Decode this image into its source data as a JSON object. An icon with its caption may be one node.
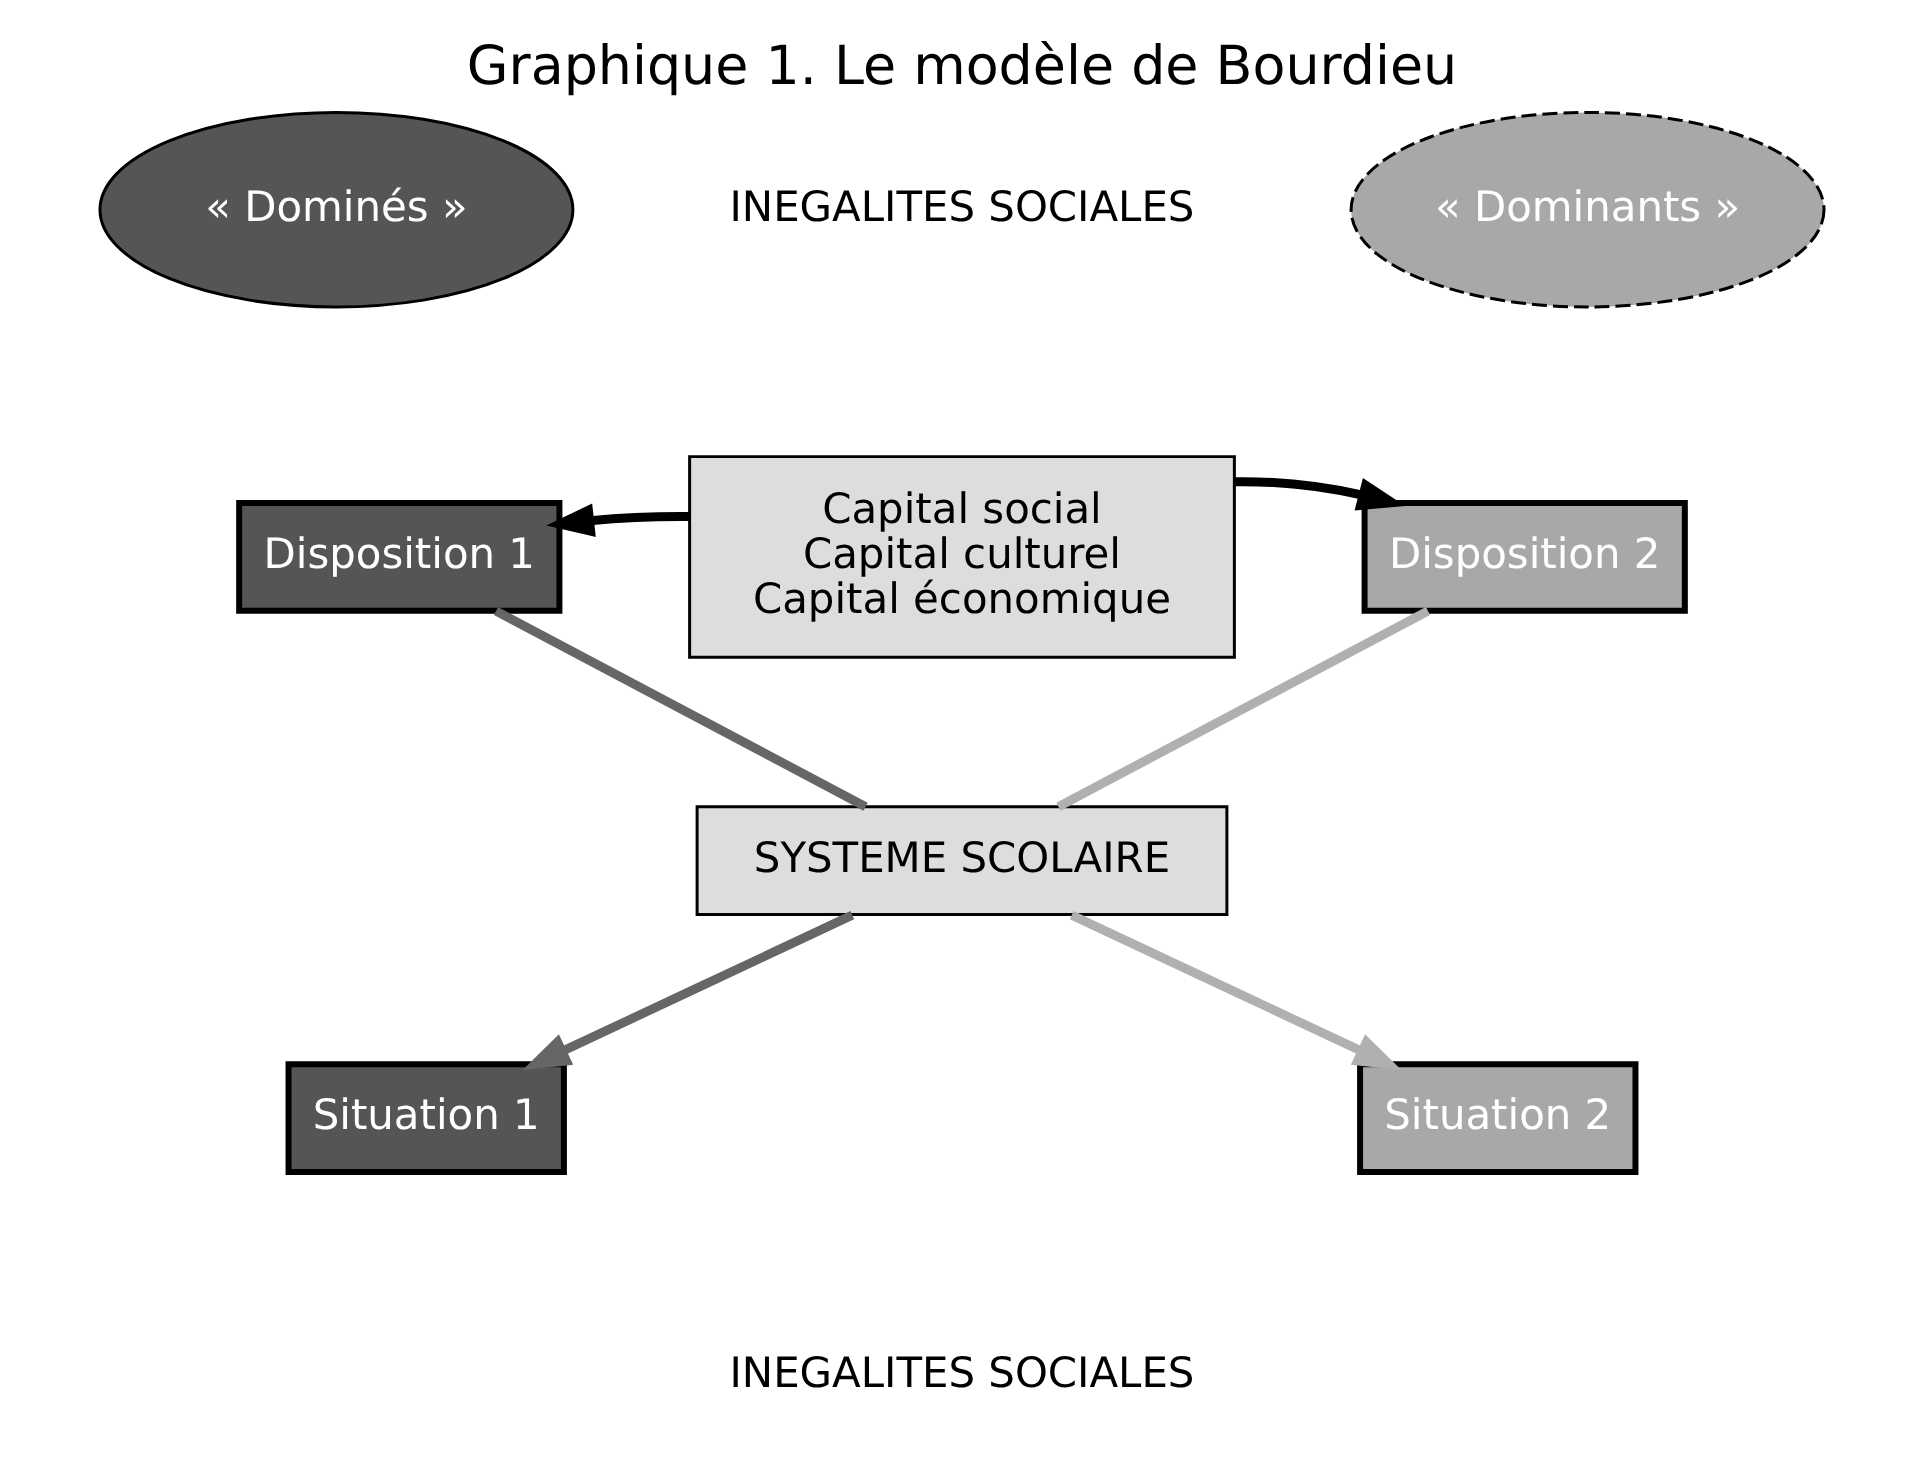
{
  "diagram": {
    "title": "Graphique 1. Le modèle de Bourdieu",
    "nodes": [
      {
        "text": [
          "« Dominés »"
        ]
      },
      {
        "text": [
          "« Dominants »"
        ]
      },
      {
        "text": [
          "Capital social",
          "Capital culturel",
          "Capital économique"
        ]
      },
      {
        "text": [
          "Disposition 1"
        ]
      },
      {
        "text": [
          "Disposition 2"
        ]
      },
      {
        "text": [
          "SYSTEME SCOLAIRE"
        ]
      },
      {
        "text": [
          "Situation 1"
        ]
      },
      {
        "text": [
          "Situation 2"
        ]
      }
    ],
    "edges": [
      {
        "from": 2,
        "to": 3,
        "arrow": "to",
        "color": "#000000"
      },
      {
        "from": 2,
        "to": 4,
        "arrow": "to",
        "color": "#000000"
      },
      {
        "from": 3,
        "to": 5,
        "arrow": "none",
        "color": "#666666"
      },
      {
        "from": 5,
        "to": 6,
        "arrow": "to",
        "color": "#666666"
      },
      {
        "from": 4,
        "to": 5,
        "arrow": "none",
        "color": "#b0b0b0"
      },
      {
        "from": 5,
        "to": 7,
        "arrow": "to",
        "color": "#b0b0b0"
      }
    ],
    "labels": [
      "INEGALITES SOCIALES",
      "INEGALITES SOCIALES"
    ]
  }
}
